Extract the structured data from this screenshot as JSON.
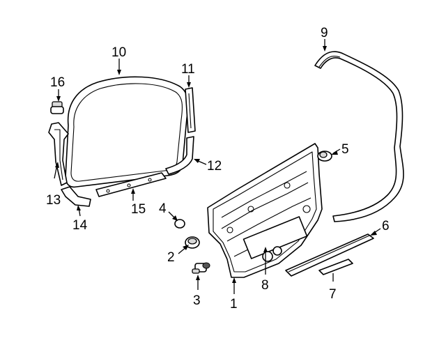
{
  "callouts": [
    {
      "id": "c1",
      "label": "1"
    },
    {
      "id": "c2",
      "label": "2"
    },
    {
      "id": "c3",
      "label": "3"
    },
    {
      "id": "c4",
      "label": "4"
    },
    {
      "id": "c5",
      "label": "5"
    },
    {
      "id": "c6",
      "label": "6"
    },
    {
      "id": "c7",
      "label": "7"
    },
    {
      "id": "c8",
      "label": "8"
    },
    {
      "id": "c9",
      "label": "9"
    },
    {
      "id": "c10",
      "label": "10"
    },
    {
      "id": "c11",
      "label": "11"
    },
    {
      "id": "c12",
      "label": "12"
    },
    {
      "id": "c13",
      "label": "13"
    },
    {
      "id": "c14",
      "label": "14"
    },
    {
      "id": "c15",
      "label": "15"
    },
    {
      "id": "c16",
      "label": "16"
    }
  ]
}
